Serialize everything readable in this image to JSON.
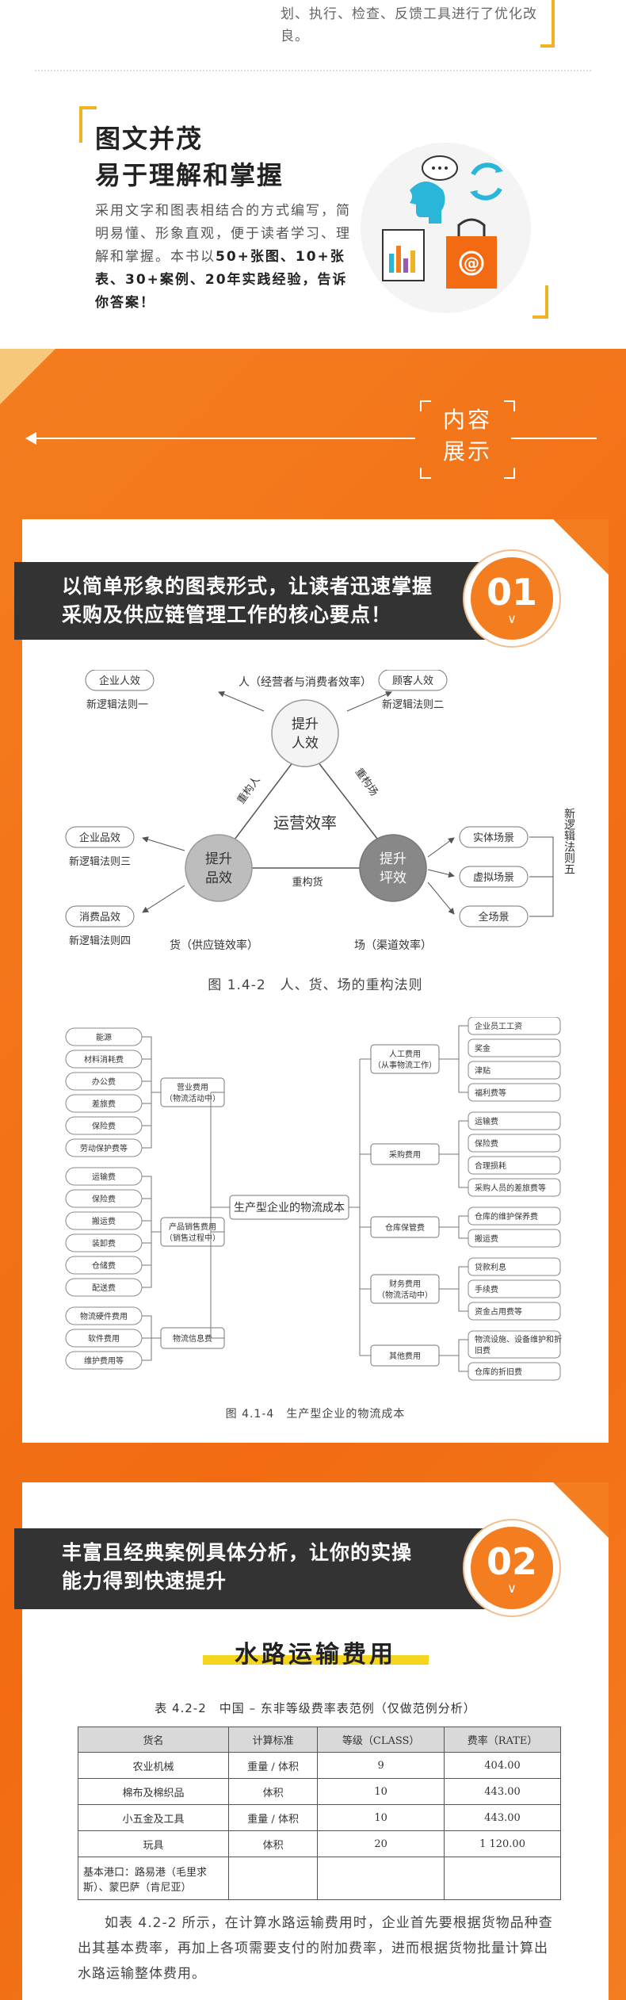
{
  "top": {
    "text": "划、执行、检查、反馈工具进行了优化改良。"
  },
  "feature": {
    "title_line1": "图文并茂",
    "title_line2": "易于理解和掌握",
    "desc_plain": "采用文字和图表相结合的方式编写，简明易懂、形象直观，便于读者学习、理解和掌握。本书以",
    "desc_bold": "50+张图、10+张表、30+案例、20年实践经验，告诉你答案！"
  },
  "section": {
    "label_line1": "内容",
    "label_line2": "展示"
  },
  "card1": {
    "banner_line1": "以简单形象的图表形式，让读者迅速掌握",
    "banner_line2": "采购及供应链管理工作的核心要点！",
    "badge_num": "01",
    "badge_chevron": "∨",
    "diagram1": {
      "top_circle_line1": "提升",
      "top_circle_line2": "人效",
      "left_circle_line1": "提升",
      "left_circle_line2": "品效",
      "right_circle_line1": "提升",
      "right_circle_line2": "坪效",
      "center": "运营效率",
      "edge_left": "重构人",
      "edge_right": "重构场",
      "edge_bottom": "重构货",
      "top_label": "人（经营者与消费者效率）",
      "bottom_left_label": "货（供应链效率）",
      "bottom_right_label": "场（渠道效率）",
      "box_enterprise_people": "企业人效",
      "rule1": "新逻辑法则一",
      "box_customer_people": "顾客人效",
      "rule2": "新逻辑法则二",
      "box_enterprise_product": "企业品效",
      "rule3": "新逻辑法则三",
      "box_consumer_product": "消费品效",
      "rule4": "新逻辑法则四",
      "box_physical": "实体场景",
      "box_virtual": "虚拟场景",
      "box_full": "全场景",
      "rule5": "新逻辑法则五",
      "caption": "图 1.4-2　人、货、场的重构法则"
    },
    "diagram2": {
      "center": "生产型企业的物流成本",
      "left_groups": [
        {
          "label_line1": "营业费用",
          "label_line2": "（物流活动中）",
          "items": [
            "能源",
            "材料消耗费",
            "办公费",
            "差旅费",
            "保险费",
            "劳动保护费等"
          ]
        },
        {
          "label_line1": "产品销售费用",
          "label_line2": "（销售过程中）",
          "items": [
            "运输费",
            "保险费",
            "搬运费",
            "装卸费",
            "仓储费",
            "配送费"
          ]
        },
        {
          "label_line1": "物流信息费",
          "label_line2": "",
          "items": [
            "物流硬件费用",
            "软件费用",
            "维护费用等"
          ]
        }
      ],
      "right_groups": [
        {
          "label_line1": "人工费用",
          "label_line2": "（从事物流工作）",
          "items": [
            "企业员工工资",
            "奖金",
            "津贴",
            "福利费等"
          ]
        },
        {
          "label_line1": "采购费用",
          "label_line2": "",
          "items": [
            "运输费",
            "保险费",
            "合理损耗",
            "采购人员的差旅费等"
          ]
        },
        {
          "label_line1": "仓库保管费",
          "label_line2": "",
          "items": [
            "仓库的维护保养费",
            "搬运费"
          ]
        },
        {
          "label_line1": "财务费用",
          "label_line2": "（物流活动中）",
          "items": [
            "贷款利息",
            "手续费",
            "资金占用费等"
          ]
        },
        {
          "label_line1": "其他费用",
          "label_line2": "",
          "items": [
            "物流设施、设备维护和折旧费",
            "仓库的折旧费"
          ]
        }
      ],
      "caption": "图 4.1-4　生产型企业的物流成本"
    }
  },
  "card2": {
    "banner_line1": "丰富且经典案例具体分析，让你的实操",
    "banner_line2": "能力得到快速提升",
    "badge_num": "02",
    "badge_chevron": "∨",
    "table_title": "水路运输费用",
    "table_caption": "表 4.2-2　中国 – 东非等级费率表范例（仅做范例分析）",
    "headers": [
      "货名",
      "计算标准",
      "等级（CLASS）",
      "费率（RATE）"
    ],
    "rows": [
      [
        "农业机械",
        "重量 / 体积",
        "9",
        "404.00"
      ],
      [
        "棉布及棉织品",
        "体积",
        "10",
        "443.00"
      ],
      [
        "小五金及工具",
        "重量 / 体积",
        "10",
        "443.00"
      ],
      [
        "玩具",
        "体积",
        "20",
        "1 120.00"
      ],
      [
        "基本港口：路易港（毛里求斯）、蒙巴萨（肯尼亚）",
        "",
        "",
        ""
      ]
    ],
    "paragraph": "如表 4.2-2 所示，在计算水路运输费用时，企业首先要根据货物品种查出其基本费率，再加上各项需要支付的附加费率，进而根据货物批量计算出水路运输整体费用。"
  },
  "colors": {
    "orange": "#f47d20",
    "yellow_accent": "#f0b323",
    "dark_banner": "#333333"
  }
}
